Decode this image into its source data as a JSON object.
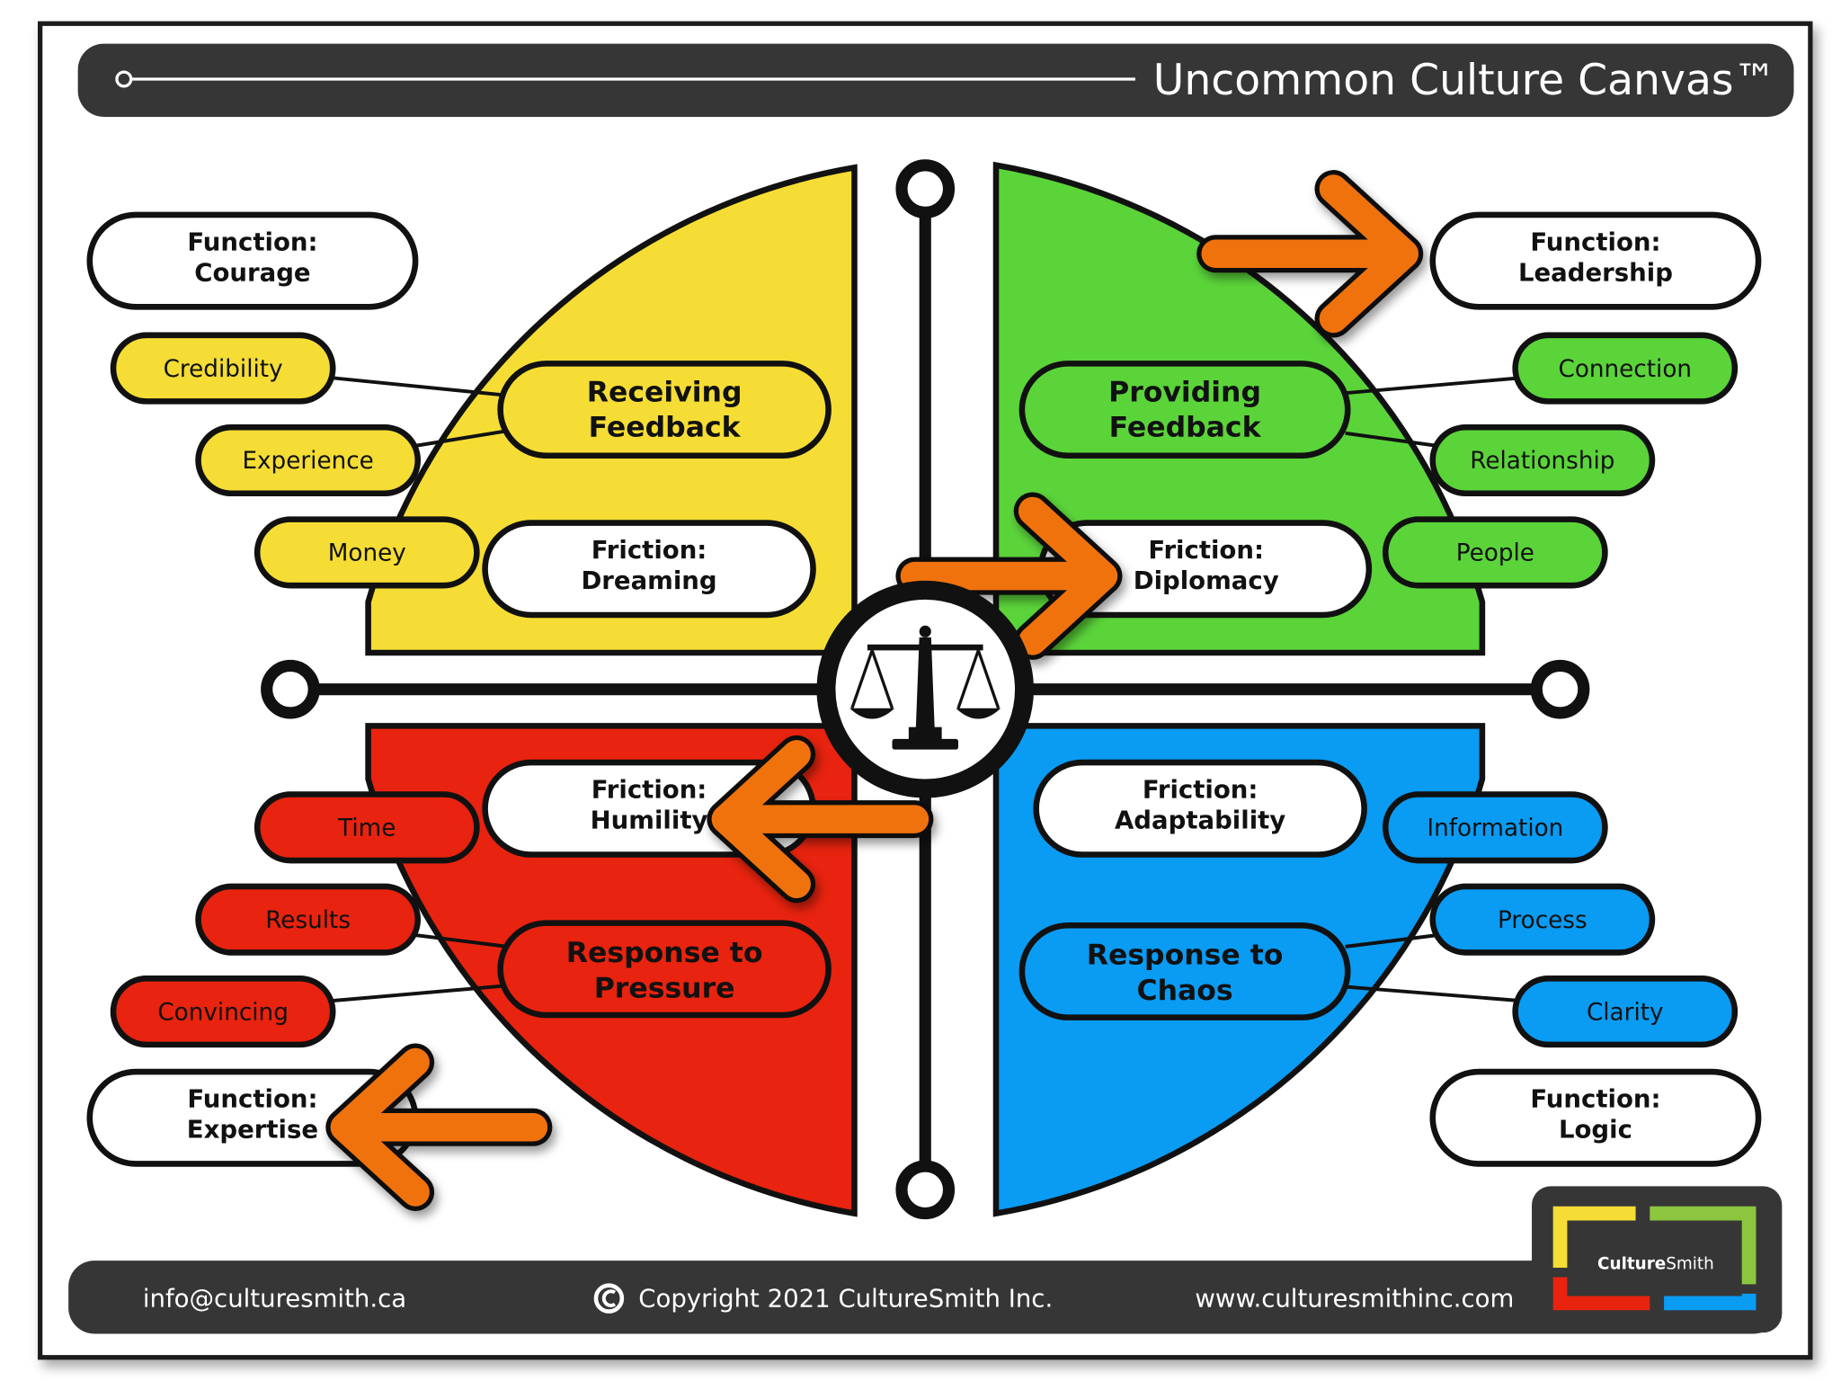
{
  "header": {
    "title": "Uncommon Culture Canvas™"
  },
  "colors": {
    "yellow": "#f5dd35",
    "green": "#5bd43a",
    "red": "#e8230f",
    "blue": "#0a9bf2",
    "orange": "#f0720a",
    "dark": "#363636"
  },
  "quadrants": {
    "yellow": {
      "function": [
        "Function:",
        "Courage"
      ],
      "main": [
        "Receiving",
        "Feedback"
      ],
      "friction": [
        "Friction:",
        "Dreaming"
      ],
      "tags": [
        "Credibility",
        "Experience",
        "Money"
      ]
    },
    "green": {
      "function": [
        "Function:",
        "Leadership"
      ],
      "main": [
        "Providing",
        "Feedback"
      ],
      "friction": [
        "Friction:",
        "Diplomacy"
      ],
      "tags": [
        "Connection",
        "Relationship",
        "People"
      ]
    },
    "red": {
      "function": [
        "Function:",
        "Expertise"
      ],
      "main": [
        "Response to",
        "Pressure"
      ],
      "friction": [
        "Friction:",
        "Humility"
      ],
      "tags": [
        "Time",
        "Results",
        "Convincing"
      ]
    },
    "blue": {
      "function": [
        "Function:",
        "Logic"
      ],
      "main": [
        "Response to",
        "Chaos"
      ],
      "friction": [
        "Friction:",
        "Adaptability"
      ],
      "tags": [
        "Information",
        "Process",
        "Clarity"
      ]
    }
  },
  "center_icon": "scales-of-justice-icon",
  "footer": {
    "email": "info@culturesmith.ca",
    "copyright": "Copyright 2021 CultureSmith Inc.",
    "website": "www.culturesmithinc.com"
  },
  "logo": {
    "text_bold": "Culture",
    "text_light": "Smith"
  }
}
